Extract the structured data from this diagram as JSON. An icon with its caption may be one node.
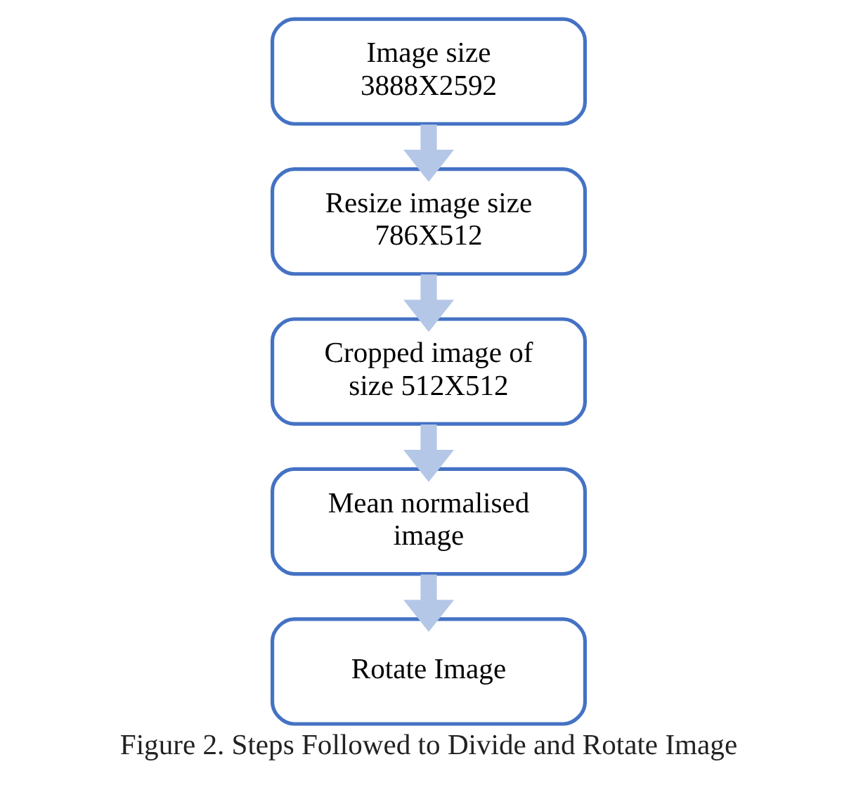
{
  "diagram": {
    "caption": "Figure 2. Steps Followed to Divide and Rotate Image",
    "nodes": [
      {
        "text": [
          "Image size 3888X2592"
        ]
      },
      {
        "text": [
          "Resize image size 786X512"
        ]
      },
      {
        "text": [
          "Cropped image of size 512X512"
        ]
      },
      {
        "text": [
          "Mean normalised image"
        ]
      },
      {
        "text": [
          "Rotate Image"
        ]
      }
    ],
    "edges": [
      {
        "from": 0,
        "to": 1,
        "arrow": "to"
      },
      {
        "from": 1,
        "to": 2,
        "arrow": "to"
      },
      {
        "from": 2,
        "to": 3,
        "arrow": "to"
      },
      {
        "from": 3,
        "to": 4,
        "arrow": "to"
      }
    ]
  }
}
